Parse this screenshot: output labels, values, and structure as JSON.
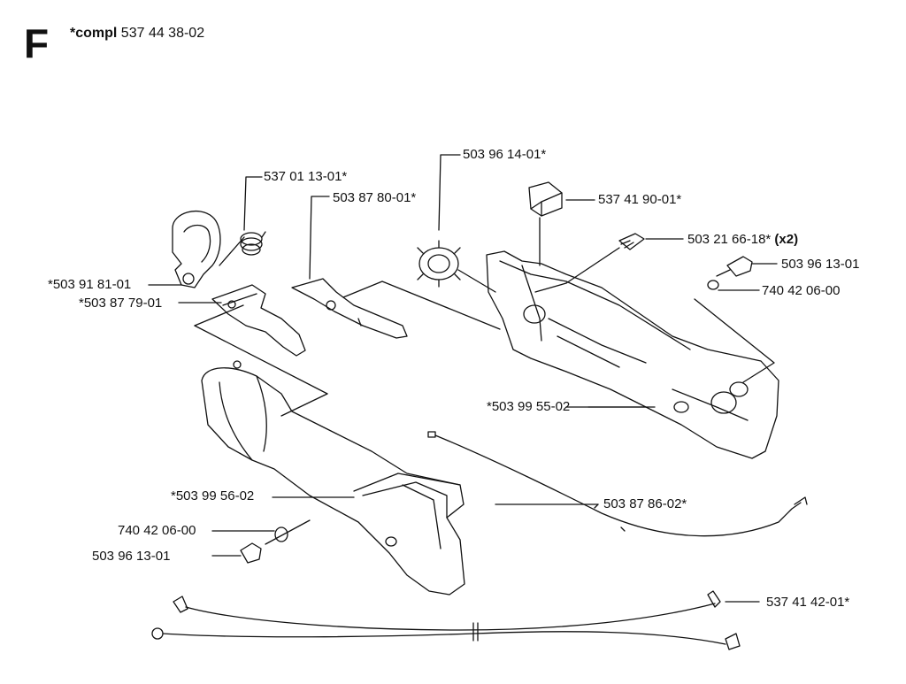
{
  "header": {
    "section_letter": "F",
    "compl_label": "*compl",
    "compl_number": "537 44 38-02"
  },
  "labels": {
    "p537011301": "537 01 13-01*",
    "p503878001": "503 87 80-01*",
    "p503961401": "503 96 14-01*",
    "p537419001": "537 41 90-01*",
    "p503216618": "503 21 66-18*",
    "p503216618_qty": "(x2)",
    "p503961301_right": "503 96 13-01",
    "p740420600_right": "740 42 06-00",
    "p503918101": "*503 91 81-01",
    "p503877901": "*503 87 79-01",
    "p503995502": "*503 99 55-02",
    "p503995602": "*503 99 56-02",
    "p503878602": "503 87 86-02*",
    "p740420600_left": "740 42 06-00",
    "p503961301_left": "503 96 13-01",
    "p537414201": "537 41 42-01*"
  }
}
